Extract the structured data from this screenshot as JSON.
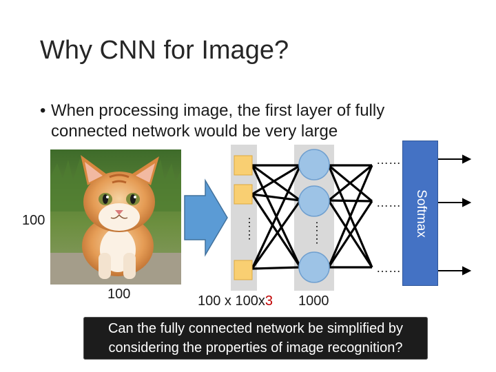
{
  "slide": {
    "title": "Why CNN for Image?",
    "bullet": {
      "marker": "•",
      "text": "When processing image, the first layer of fully connected network would be very large"
    }
  },
  "diagram": {
    "image_height_label": "100",
    "image_width_label": "100",
    "input_size_label_main": "100 x 100x",
    "input_size_label_highlight": "3",
    "hidden_size_label": "1000",
    "ellipsis": "……",
    "softmax_label": "Softmax"
  },
  "callout": {
    "text": "Can the fully connected network be simplified by considering the properties of image recognition?"
  },
  "colors": {
    "input_node": "#f9cf72",
    "hidden_node": "#9dc3e6",
    "column_bg": "#d9d9d9",
    "arrow": "#5b9bd5",
    "softmax": "#4472c4",
    "highlight": "#c00000"
  },
  "icons": {
    "input_to_network_arrow": "right-block-arrow-icon"
  }
}
